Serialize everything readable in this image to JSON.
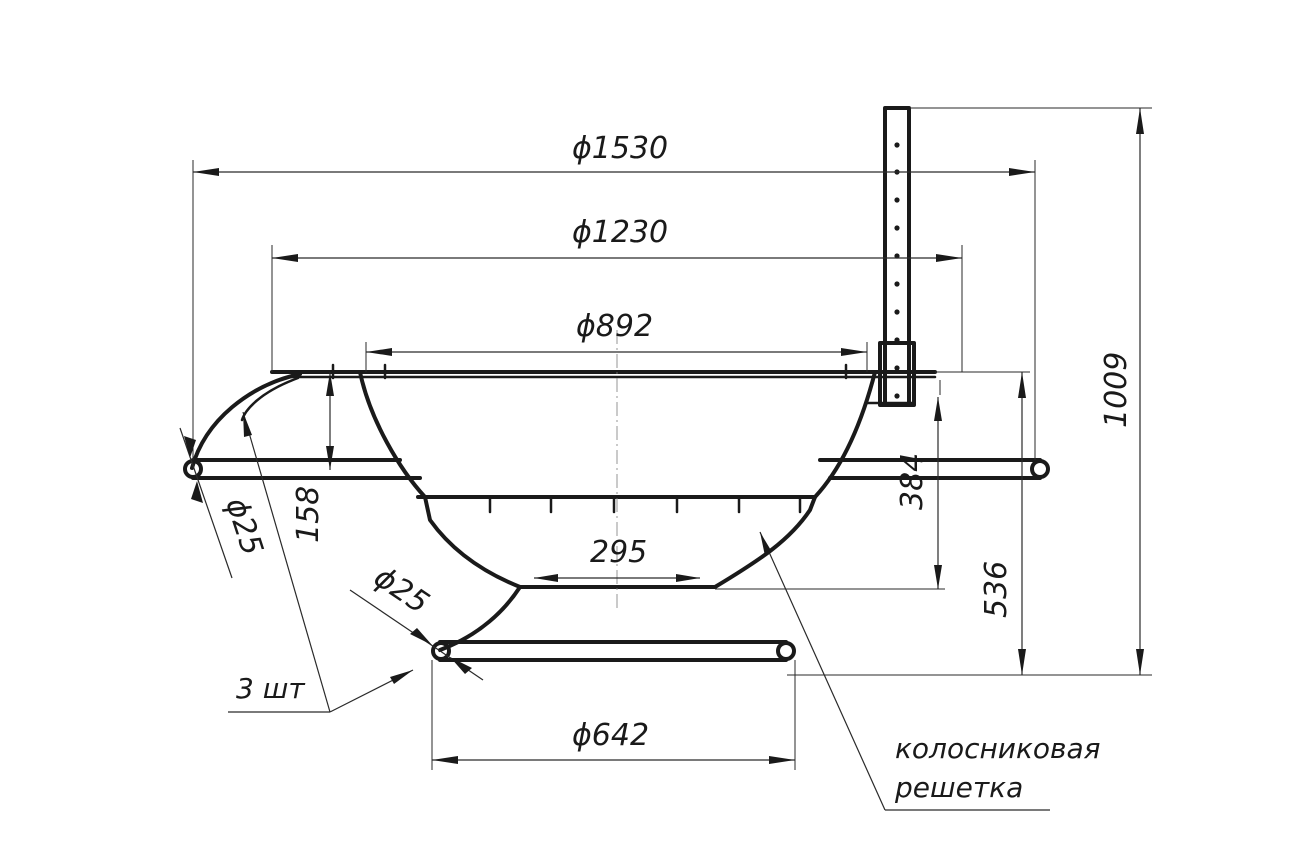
{
  "drawing": {
    "dimensions": {
      "outer_diameter": "ϕ1530",
      "middle_diameter": "ϕ1230",
      "bowl_diameter": "ϕ892",
      "grate_width": "295",
      "base_ring_diameter": "ϕ642",
      "overall_height": "1009",
      "support_height": "536",
      "bowl_depth": "384",
      "rim_height": "158",
      "rim_tube_diameter": "ϕ25",
      "base_tube_diameter": "ϕ25"
    },
    "labels": {
      "quantity": "3 шт",
      "grate_line1": "колосниковая",
      "grate_line2": "решетка"
    }
  }
}
